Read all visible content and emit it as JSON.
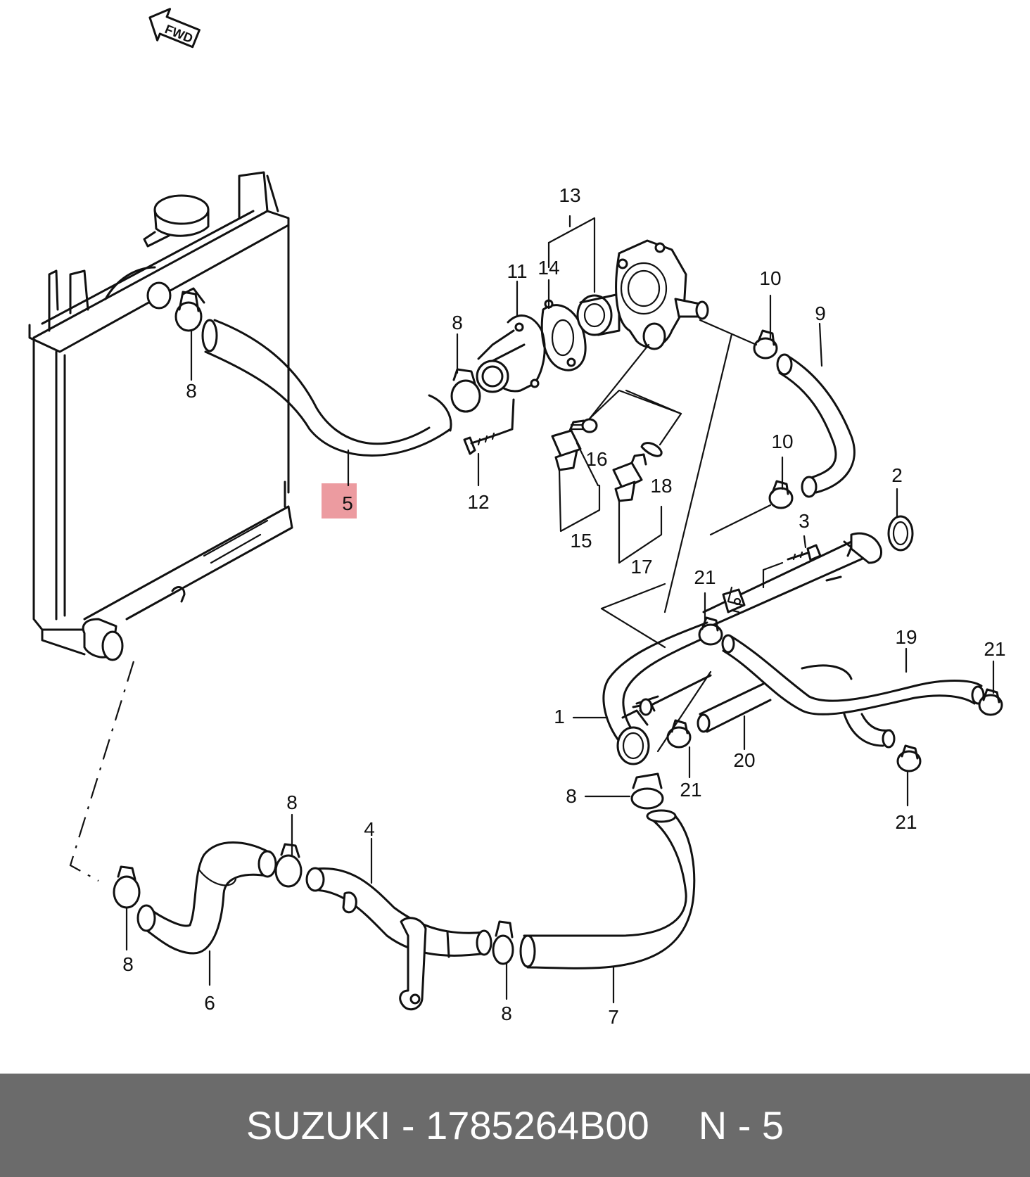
{
  "fwd_badge": "FWD",
  "highlight_callout": "5",
  "callouts": [
    "1",
    "2",
    "3",
    "4",
    "5",
    "6",
    "7",
    "8",
    "9",
    "10",
    "11",
    "12",
    "13",
    "14",
    "15",
    "16",
    "17",
    "18",
    "19",
    "20",
    "21"
  ],
  "footer": {
    "brand": "SUZUKI",
    "separator": "-",
    "part_number": "1785264B00",
    "position_label": "N - 5"
  }
}
